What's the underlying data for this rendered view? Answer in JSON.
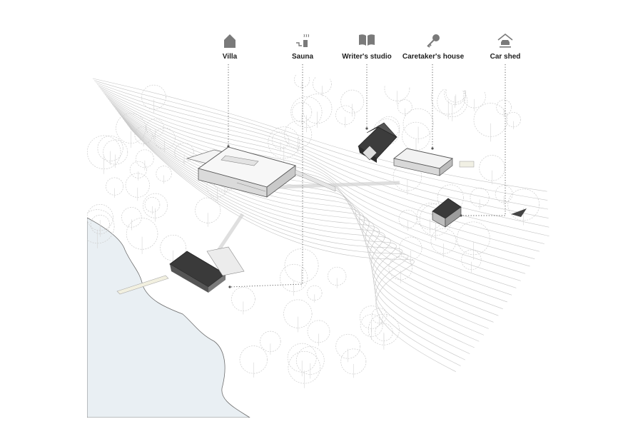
{
  "legend": {
    "villa": {
      "label": "Villa",
      "icon": "house-icon"
    },
    "sauna": {
      "label": "Sauna",
      "icon": "sauna-steam-icon"
    },
    "studio": {
      "label": "Writer's studio",
      "icon": "open-book-icon"
    },
    "caretaker": {
      "label": "Caretaker's house",
      "icon": "key-icon"
    },
    "carshed": {
      "label": "Car shed",
      "icon": "car-garage-icon"
    }
  },
  "colors": {
    "water": "#eaf0f4",
    "contour": "#b9b9b9",
    "tree": "#cfcfcf",
    "roof_dark": "#3a3a3a",
    "roof_light": "#eeeeee",
    "leader": "#555555",
    "icon": "#7a7a7a"
  },
  "north_arrow": {
    "icon": "direction-arrow-icon"
  }
}
